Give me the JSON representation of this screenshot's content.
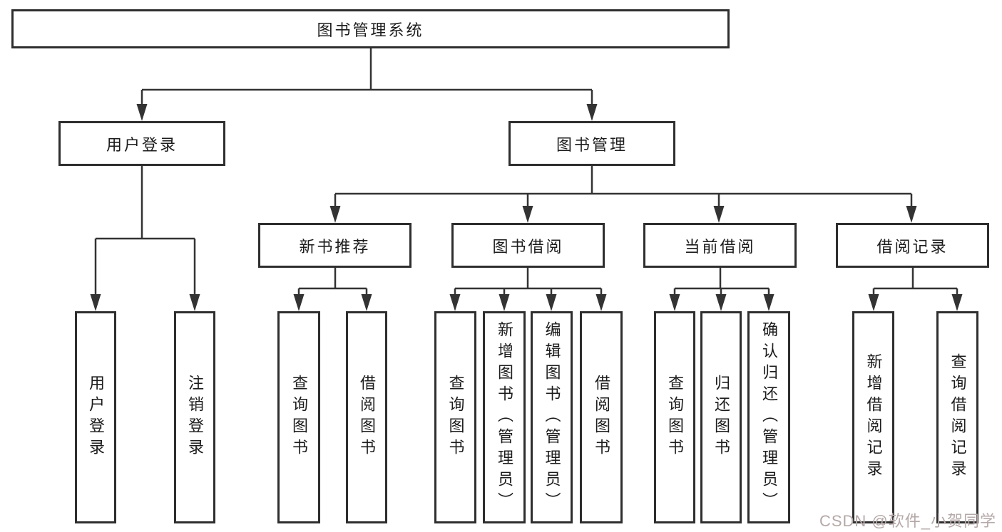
{
  "nodes": {
    "root": {
      "label": "图书管理系统"
    },
    "user_login": {
      "label": "用户登录"
    },
    "book_mgmt": {
      "label": "图书管理"
    },
    "new_book_rec": {
      "label": "新书推荐"
    },
    "book_borrow": {
      "label": "图书借阅"
    },
    "current_borrow": {
      "label": "当前借阅"
    },
    "borrow_record": {
      "label": "借阅记录"
    },
    "leaf_user_login": {
      "label": "用户登录"
    },
    "leaf_logout": {
      "label": "注销登录"
    },
    "leaf_query_book_new": {
      "label": "查询图书"
    },
    "leaf_borrow_book_new": {
      "label": "借阅图书"
    },
    "leaf_query_book_borrow": {
      "label": "查询图书"
    },
    "leaf_add_book": {
      "label": "新增图书（管理员）"
    },
    "leaf_edit_book": {
      "label": "编辑图书（管理员）"
    },
    "leaf_borrow_book_borrow": {
      "label": "借阅图书"
    },
    "leaf_query_book_current": {
      "label": "查询图书"
    },
    "leaf_return_book": {
      "label": "归还图书"
    },
    "leaf_confirm_return": {
      "label": "确认归还（管理员）"
    },
    "leaf_add_borrow_record": {
      "label": "新增借阅记录"
    },
    "leaf_query_borrow_record": {
      "label": "查询借阅记录"
    }
  },
  "hierarchy": [
    {
      "parent": "图书管理系统",
      "children": [
        "用户登录",
        "图书管理"
      ]
    },
    {
      "parent": "用户登录",
      "children": [
        "用户登录",
        "注销登录"
      ]
    },
    {
      "parent": "图书管理",
      "children": [
        "新书推荐",
        "图书借阅",
        "当前借阅",
        "借阅记录"
      ]
    },
    {
      "parent": "新书推荐",
      "children": [
        "查询图书",
        "借阅图书"
      ]
    },
    {
      "parent": "图书借阅",
      "children": [
        "查询图书",
        "新增图书（管理员）",
        "编辑图书（管理员）",
        "借阅图书"
      ]
    },
    {
      "parent": "当前借阅",
      "children": [
        "查询图书",
        "归还图书",
        "确认归还（管理员）"
      ]
    },
    {
      "parent": "借阅记录",
      "children": [
        "新增借阅记录",
        "查询借阅记录"
      ]
    }
  ],
  "watermark": {
    "text": "CSDN @软件_小贺同学"
  },
  "colors": {
    "line": "#333333",
    "box_border": "#2e2e2e",
    "text": "#1c1c1c",
    "background": "#ffffff",
    "watermark": "#b5a8a8"
  }
}
